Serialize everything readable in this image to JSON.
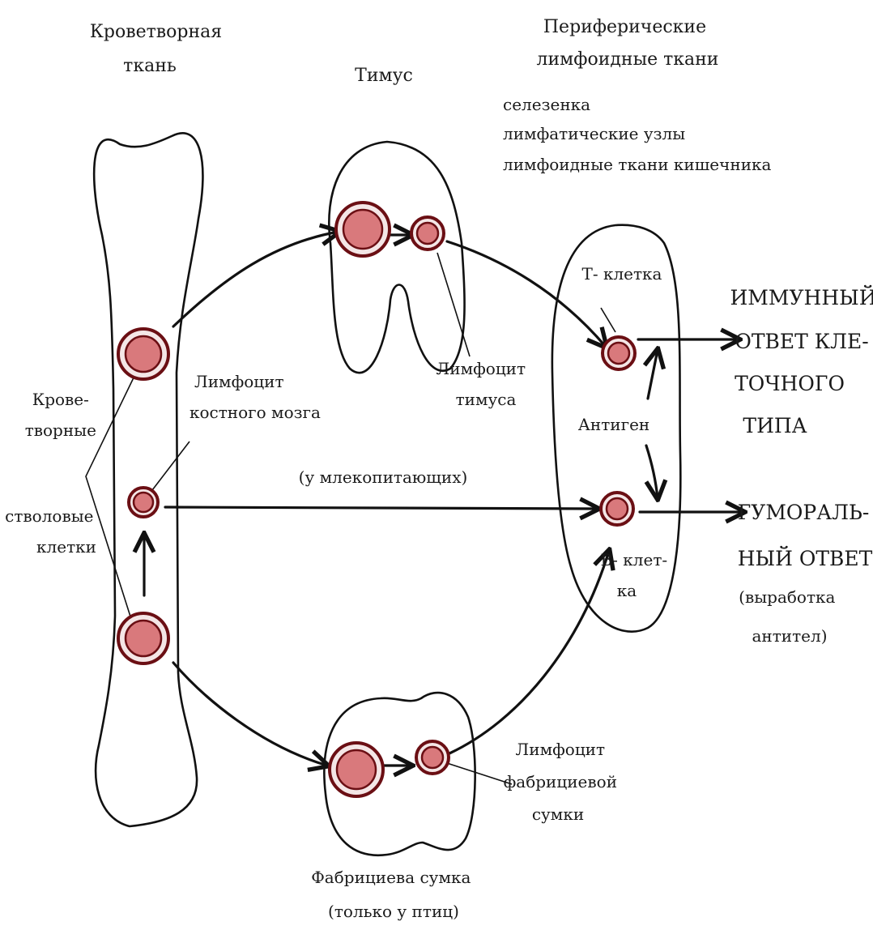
{
  "columns": {
    "hematopoietic_tissue": [
      "Кроветворная",
      "ткань"
    ],
    "thymus": "Тимус",
    "peripheral": [
      "Периферические",
      "лимфоидные ткани"
    ]
  },
  "peripheral_list": [
    "селезенка",
    "лимфатические узлы",
    "лимфоидные ткани кишечника"
  ],
  "stem_cells": [
    "Крове-",
    "творные",
    "стволовые",
    "клетки"
  ],
  "bone_marrow_lymphocyte": [
    "Лимфоцит",
    "костного мозга"
  ],
  "thymus_lymphocyte": [
    "Лимфоцит",
    "тимуса"
  ],
  "mammals_note": "(у млекопитающих)",
  "t_cell": "Т- клетка",
  "antigen": "Антиген",
  "b_cell": [
    "В- клет-",
    "ка"
  ],
  "cellular_response": [
    "ИММУННЫЙ",
    "ОТВЕТ КЛЕ-",
    "ТОЧНОГО",
    "ТИПА"
  ],
  "humoral_response": [
    "ГУМОРАЛЬ-",
    "НЫЙ ОТВЕТ"
  ],
  "antibody_note": [
    "(выработка",
    "антител)"
  ],
  "bursa_lymphocyte": [
    "Лимфоцит",
    "фабрициевой",
    "сумки"
  ],
  "bursa": [
    "Фабрициева сумка",
    "(только у птиц)"
  ],
  "colors": {
    "cell_fill": "#d9797c",
    "cell_ring": "#6b0f14",
    "line": "#111111"
  }
}
